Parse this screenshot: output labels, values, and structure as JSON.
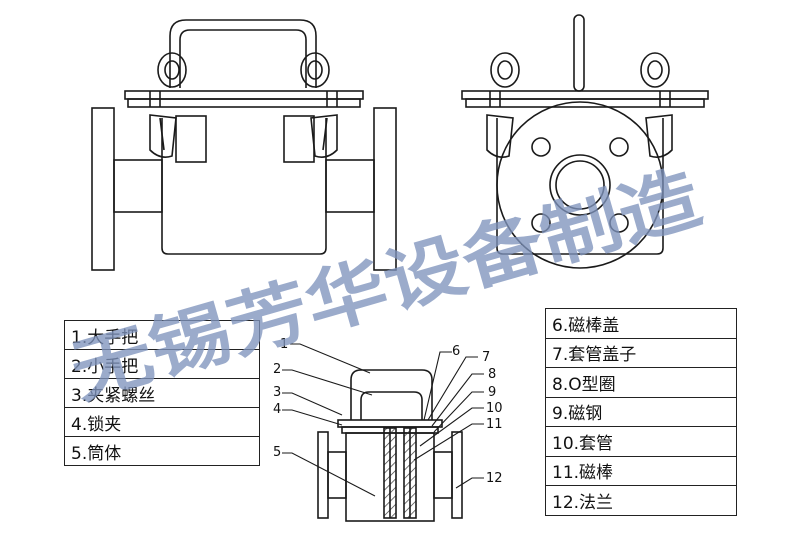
{
  "watermark": {
    "text": "无锡芳华设备制造",
    "color": "#7f93bd"
  },
  "callout_numbers": [
    "1",
    "2",
    "3",
    "4",
    "5",
    "6",
    "7",
    "8",
    "9",
    "10",
    "11",
    "12"
  ],
  "parts_left": [
    {
      "label": "1.大手把"
    },
    {
      "label": "2.小手把"
    },
    {
      "label": "3.夹紧螺丝"
    },
    {
      "label": "4.锁夹"
    },
    {
      "label": "5.筒体"
    }
  ],
  "parts_right": [
    {
      "label": "6.磁棒盖"
    },
    {
      "label": "7.套管盖子"
    },
    {
      "label": "8.O型圈"
    },
    {
      "label": "9.磁钢"
    },
    {
      "label": "10.套管"
    },
    {
      "label": "11.磁棒"
    },
    {
      "label": "12.法兰"
    }
  ],
  "colors": {
    "line": "#1a1a1a",
    "hatch": "#333333"
  }
}
